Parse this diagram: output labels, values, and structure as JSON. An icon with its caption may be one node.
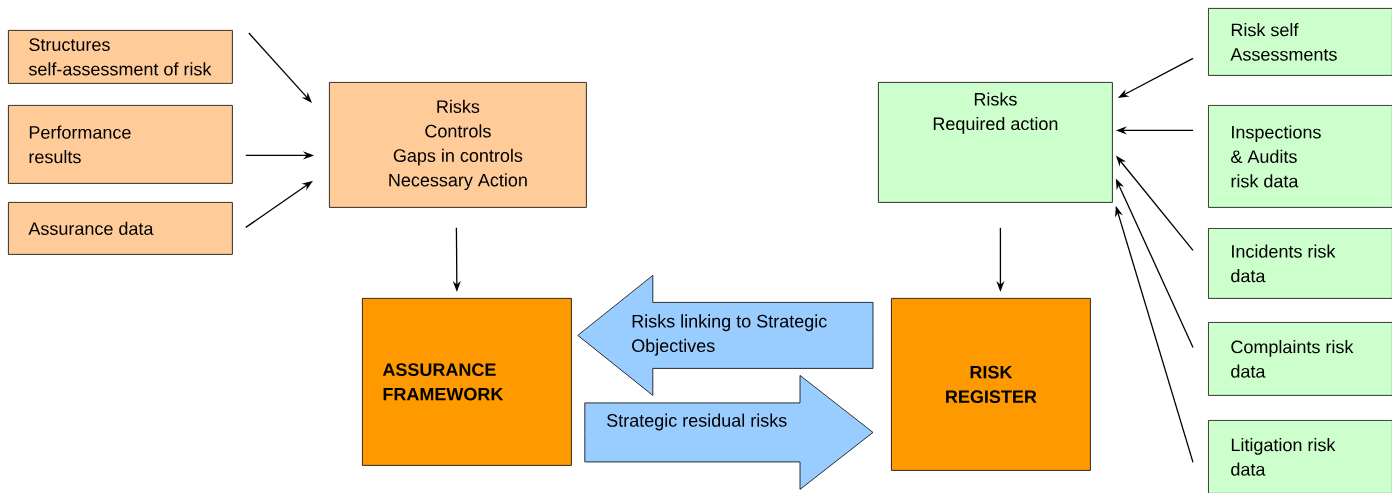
{
  "diagram": {
    "nodes": [
      {
        "text": [
          "Structures self-assessment of risk"
        ]
      },
      {
        "text": [
          "Performance results"
        ]
      },
      {
        "text": [
          "Assurance data"
        ]
      },
      {
        "text": [
          "Risks",
          "Controls",
          "Gaps in controls",
          "Necessary Action"
        ]
      },
      {
        "text": [
          "ASSURANCE FRAMEWORK"
        ]
      },
      {
        "text": [
          "RISK REGISTER"
        ]
      },
      {
        "text": [
          "Risks",
          "Required action"
        ]
      },
      {
        "text": [
          "Risk self Assessments"
        ]
      },
      {
        "text": [
          "Inspections & Audits risk data"
        ]
      },
      {
        "text": [
          "Incidents risk data"
        ]
      },
      {
        "text": [
          "Complaints risk data"
        ]
      },
      {
        "text": [
          "Litigation risk data"
        ]
      }
    ],
    "edges": [
      {
        "from": 0,
        "to": 3,
        "arrow": "to"
      },
      {
        "from": 1,
        "to": 3,
        "arrow": "to"
      },
      {
        "from": 2,
        "to": 3,
        "arrow": "to"
      },
      {
        "from": 3,
        "to": 4,
        "arrow": "to"
      },
      {
        "from": 6,
        "to": 5,
        "arrow": "to"
      },
      {
        "from": 7,
        "to": 6,
        "arrow": "to"
      },
      {
        "from": 8,
        "to": 6,
        "arrow": "to"
      },
      {
        "from": 9,
        "to": 6,
        "arrow": "to"
      },
      {
        "from": 10,
        "to": 6,
        "arrow": "to"
      },
      {
        "from": 11,
        "to": 6,
        "arrow": "to"
      },
      {
        "from": 5,
        "to": 4,
        "arrow": "to",
        "label": "Risks linking to Strategic Objectives",
        "style": "thick"
      },
      {
        "from": 4,
        "to": 5,
        "arrow": "to",
        "label": "Strategic residual risks",
        "style": "thick"
      }
    ]
  }
}
